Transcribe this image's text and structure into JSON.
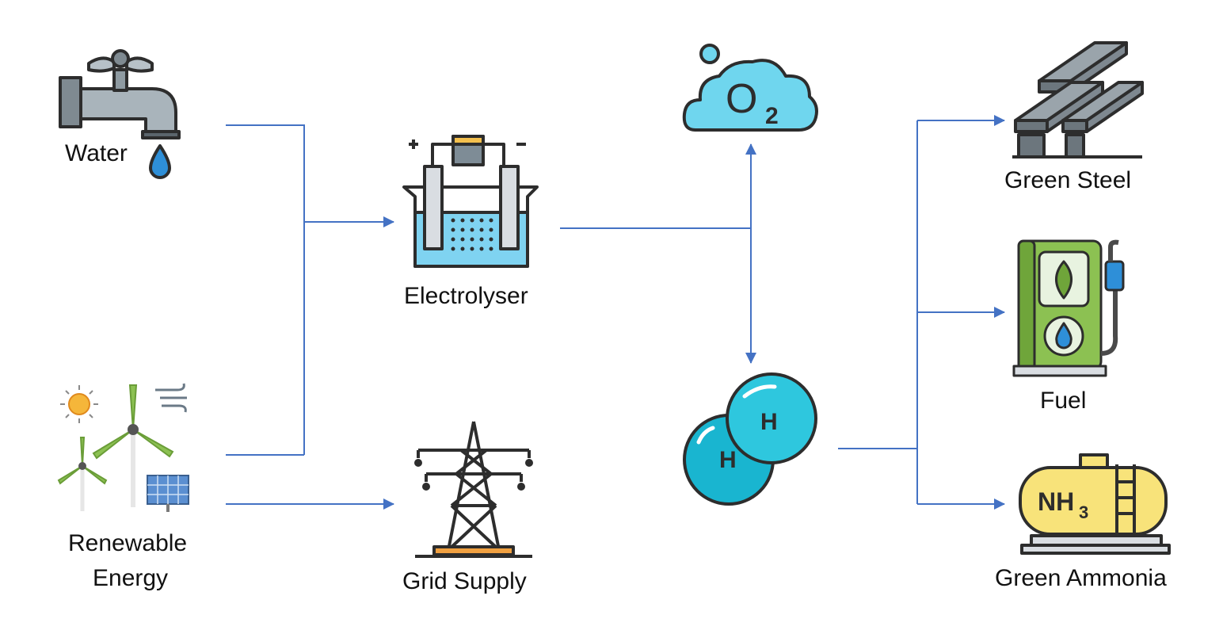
{
  "nodes": {
    "water": {
      "label": "Water",
      "icon": "water-tap-icon"
    },
    "renewable": {
      "label_line1": "Renewable",
      "label_line2": "Energy",
      "icon": "renewable-energy-icon"
    },
    "electrolyser": {
      "label": "Electrolyser",
      "icon": "electrolyser-icon"
    },
    "grid": {
      "label": "Grid Supply",
      "icon": "power-tower-icon"
    },
    "oxygen": {
      "icon": "oxygen-cloud-icon",
      "symbol": "O",
      "subscript": "2"
    },
    "hydrogen": {
      "icon": "hydrogen-molecule-icon",
      "symbol": "H"
    },
    "steel": {
      "label": "Green Steel",
      "icon": "steel-bars-icon"
    },
    "fuel": {
      "label": "Fuel",
      "icon": "fuel-pump-icon"
    },
    "ammonia": {
      "label": "Green Ammonia",
      "icon": "ammonia-tank-icon",
      "formula": "NH",
      "subscript": "3"
    }
  },
  "colors": {
    "connector": "#4472C4",
    "label": "#111111"
  }
}
